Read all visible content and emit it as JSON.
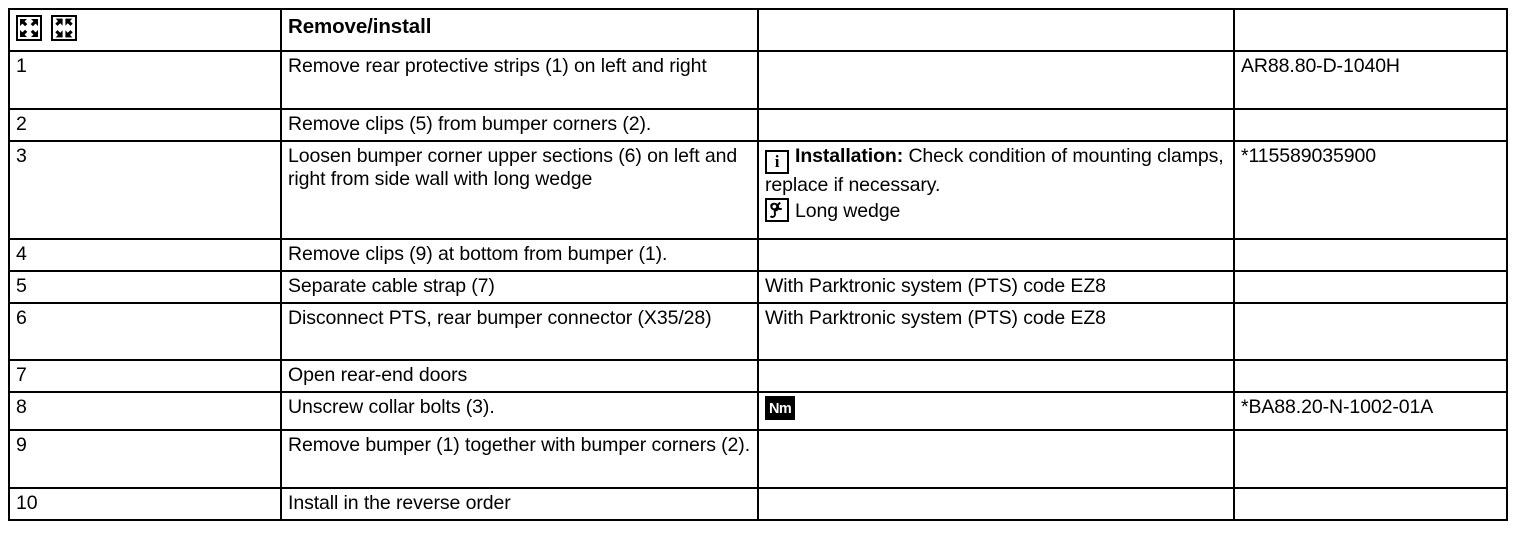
{
  "table": {
    "columns": [
      "step",
      "operation",
      "note",
      "reference"
    ],
    "header": {
      "step_icons": [
        {
          "name": "expand-icon",
          "label": "expand-all"
        },
        {
          "name": "collapse-icon",
          "label": "collapse-all"
        }
      ],
      "operation_title": "Remove/install",
      "note_title": "",
      "reference_title": ""
    },
    "rows": [
      {
        "step": "1",
        "operation": "Remove rear protective strips (1) on left and right",
        "note": "",
        "reference": "AR88.80-D-1040H"
      },
      {
        "step": "2",
        "operation": "Remove clips (5) from bumper corners (2).",
        "note": "",
        "reference": ""
      },
      {
        "step": "3",
        "operation": "Loosen bumper corner upper sections (6) on left and right from side wall with long wedge",
        "note_lines": [
          {
            "icon": "info-icon",
            "bold": "Installation:",
            "text": " Check condition of mounting clamps, replace if necessary."
          },
          {
            "icon": "special-tool-icon",
            "bold": "",
            "text": "Long wedge"
          }
        ],
        "reference": "*115589035900"
      },
      {
        "step": "4",
        "operation": "Remove clips (9) at bottom from bumper (1).",
        "note": "",
        "reference": ""
      },
      {
        "step": "5",
        "operation": "Separate cable strap (7)",
        "note": "With Parktronic system (PTS) code EZ8",
        "reference": ""
      },
      {
        "step": "6",
        "operation": "Disconnect PTS, rear bumper connector (X35/28)",
        "note": "With Parktronic system (PTS) code EZ8",
        "reference": ""
      },
      {
        "step": "7",
        "operation": "Open rear-end doors",
        "note": "",
        "reference": ""
      },
      {
        "step": "8",
        "operation": "Unscrew collar bolts (3).",
        "note_icon": "Nm",
        "note": "",
        "reference": "*BA88.20-N-1002-01A"
      },
      {
        "step": "9",
        "operation": "Remove bumper (1) together with bumper corners (2).",
        "note": "",
        "reference": ""
      },
      {
        "step": "10",
        "operation": "Install in the reverse order",
        "note": "",
        "reference": ""
      }
    ]
  },
  "colors": {
    "border": "#000000",
    "text": "#000000",
    "background": "#ffffff"
  }
}
